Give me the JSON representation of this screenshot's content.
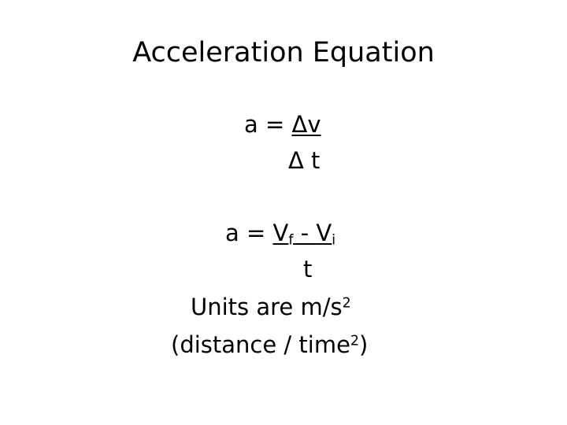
{
  "slide": {
    "title": "Acceleration Equation",
    "eq1": {
      "lhs": "a = ",
      "numerator": "Δv",
      "denominator": "Δ t"
    },
    "eq2": {
      "lhs": "a = ",
      "v1": "V",
      "v1_sub": "f",
      "minus": " - ",
      "v2": "V",
      "v2_sub": "i",
      "denominator": "t"
    },
    "units": {
      "text": "Units are m/s",
      "sup": "2"
    },
    "explain": {
      "open": "(distance / time",
      "sup": "2",
      "close": ")"
    }
  }
}
